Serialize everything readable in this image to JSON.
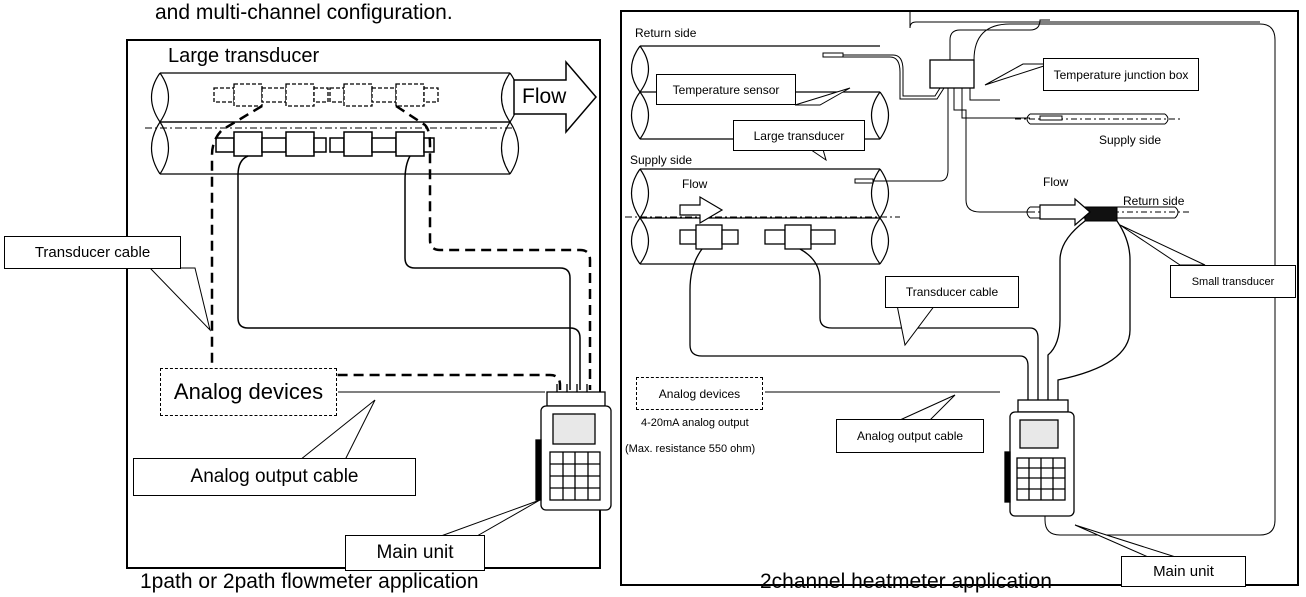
{
  "header": {
    "top_caption": "and multi-channel configuration."
  },
  "left_panel": {
    "caption": "1path or 2path flowmeter application",
    "large_transducer": "Large transducer",
    "flow": "Flow",
    "transducer_cable": "Transducer cable",
    "analog_devices": "Analog devices",
    "analog_output_cable": "Analog output cable",
    "main_unit": "Main unit"
  },
  "right_panel": {
    "caption": "2channel heatmeter application",
    "return_side_top": "Return side",
    "temperature_sensor": "Temperature sensor",
    "temperature_junction_box": "Temperature junction box",
    "supply_side_right": "Supply side",
    "supply_side_left": "Supply side",
    "large_transducer": "Large transducer",
    "flow_left": "Flow",
    "flow_right": "Flow",
    "return_side_right": "Return side",
    "small_transducer": "Small transducer",
    "transducer_cable": "Transducer cable",
    "analog_devices": "Analog devices",
    "analog_output_spec": "4-20mA analog output",
    "max_resistance": "(Max. resistance 550 ohm)",
    "analog_output_cable": "Analog output cable",
    "main_unit": "Main unit"
  },
  "colors": {
    "line": "#000000",
    "panel_bg": "#ffffff",
    "lcd": "#e8e8e8"
  }
}
